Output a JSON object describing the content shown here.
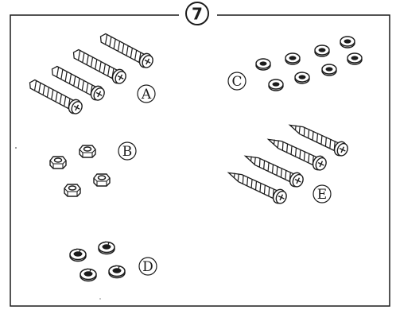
{
  "step": "7",
  "groups": [
    {
      "letter": "A",
      "kind": "pan-screw",
      "count": 4
    },
    {
      "letter": "B",
      "kind": "hex-nut",
      "count": 4
    },
    {
      "letter": "C",
      "kind": "flat-washer",
      "count": 8
    },
    {
      "letter": "D",
      "kind": "lock-washer",
      "count": 4
    },
    {
      "letter": "E",
      "kind": "tapping-screw",
      "count": 4
    }
  ]
}
